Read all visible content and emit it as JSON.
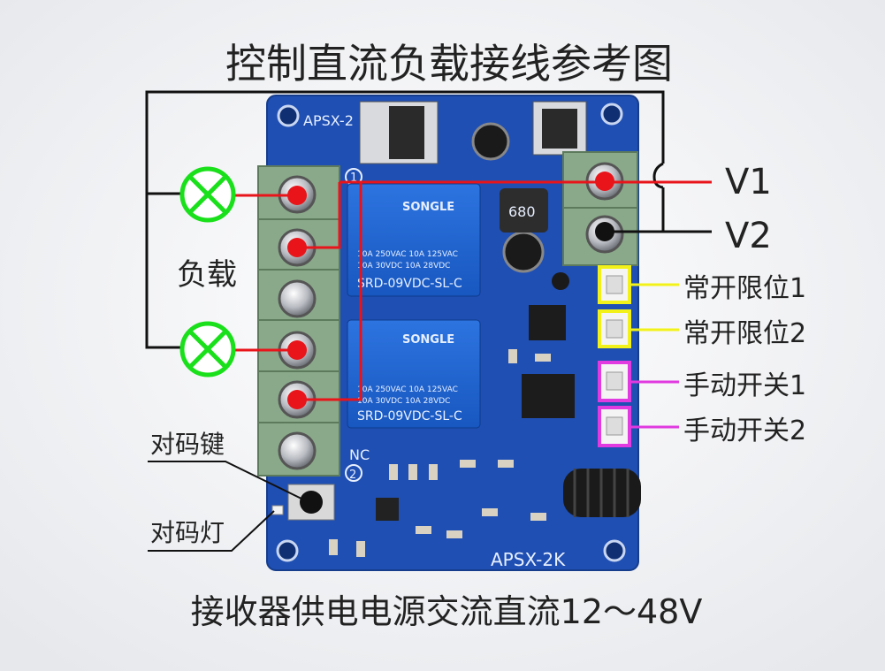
{
  "title": "控制直流负载接线参考图",
  "footer": "接收器供电电源交流直流12～48V",
  "labels": {
    "load": "负载",
    "v1": "V1",
    "v2": "V2",
    "limit1": "常开限位1",
    "limit2": "常开限位2",
    "manual1": "手动开关1",
    "manual2": "手动开关2",
    "pair_key": "对码键",
    "pair_led": "对码灯"
  },
  "board": {
    "model": "APSX-2K",
    "model_top": "APSX-2",
    "relays": [
      {
        "brand": "SONGLE",
        "rating1": "10A 250VAC  10A 125VAC",
        "rating2": "10A 30VDC  10A 28VDC",
        "part": "SRD-09VDC-SL-C"
      },
      {
        "brand": "SONGLE",
        "rating1": "10A 250VAC  10A 125VAC",
        "rating2": "10A 30VDC  10A 28VDC",
        "part": "SRD-09VDC-SL-C"
      }
    ],
    "inductor": "680",
    "nc_label": "NC",
    "circle1": "1",
    "circle2": "2"
  },
  "colors": {
    "pcb": "#1f4fb3",
    "terminal": "#8aa98a",
    "red_wire": "#e8141a",
    "black_wire": "#111111",
    "yellow_wire": "#f2f21a",
    "magenta_wire": "#e03ae0",
    "lamp": "#19e01a"
  }
}
